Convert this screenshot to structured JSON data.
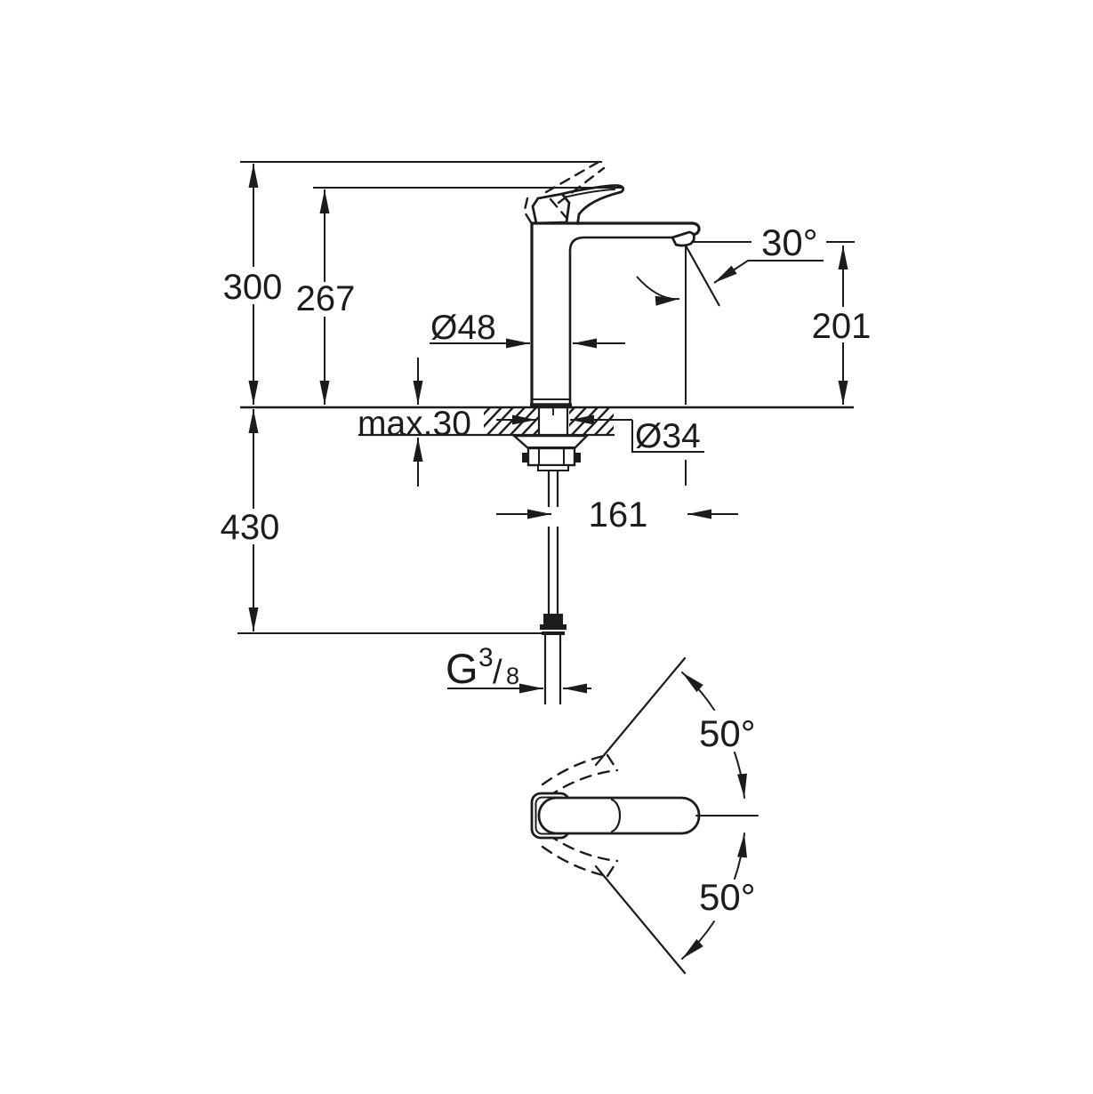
{
  "colors": {
    "line": "#1c1c1c",
    "background": "#ffffff"
  },
  "dimensions": {
    "overall_height": "300",
    "height_to_lever": "267",
    "base_diameter": "Ø48",
    "max_deck_thickness": "max.30",
    "hole_diameter": "Ø34",
    "height_below_deck": "430",
    "spout_reach": "161",
    "outlet_height": "201",
    "outlet_angle": "30°",
    "swing_angle_upper": "50°",
    "swing_angle_lower": "50°",
    "thread": {
      "prefix": "G",
      "numerator": "3",
      "fraction_slash": "/",
      "denominator": "8"
    }
  }
}
